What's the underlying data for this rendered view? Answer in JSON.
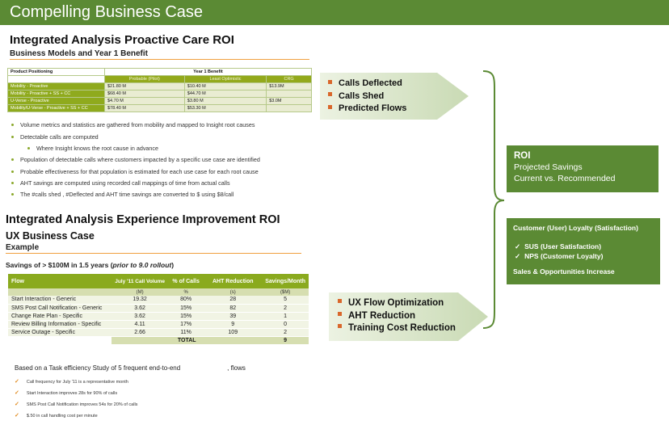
{
  "title": "Compelling Business Case",
  "proactive": {
    "heading": "Integrated Analysis Proactive Care ROI",
    "subheading": "Business Models and Year 1 Benefit",
    "table": {
      "col_positioning": "Product Positioning",
      "col_benefit": "Year 1 Benefit",
      "subcols": [
        "Probable (Pilot)",
        "Least Optimistic",
        "CRG"
      ],
      "rows": [
        {
          "label": "Mobility - Proactive",
          "v": [
            "$21.80 M",
            "$10.40 M",
            "$13.9M"
          ]
        },
        {
          "label": "Mobility - Proactive + SS + CC",
          "v": [
            "$68.40 M",
            "$44.70 M",
            ""
          ]
        },
        {
          "label": "U-Verse - Proactive",
          "v": [
            "$4.70 M",
            "$3.80 M",
            "$3.0M"
          ]
        },
        {
          "label": "Mobility/U-Verse - Proactive + SS + CC",
          "v": [
            "$78.40 M",
            "$53.30 M",
            ""
          ]
        }
      ]
    },
    "bullets": [
      "Volume metrics and statistics are gathered from mobility and mapped to Insight root causes",
      "Detectable calls are computed",
      "Where Insight knows the root cause in advance",
      "Population of detectable calls where customers impacted by a specific use case are identified",
      "Probable effectiveness for that population is estimated for each use case for each root cause",
      "AHT savings are computed using recorded call mappings of time from actual calls",
      "The #calls shed , #Deflected and AHT time savings are converted to $ using $8/call"
    ]
  },
  "experience": {
    "heading": "Integrated Analysis Experience Improvement ROI",
    "ux_title": "UX Business Case",
    "ux_example": "Example",
    "savings_prefix": "Savings of > $100M in 1.5 years (",
    "savings_italic": "prior to 9.0 rollout",
    "savings_suffix": ")",
    "table": {
      "headers": [
        "Flow",
        "July '11 Call Volume",
        "% of Calls",
        "AHT Reduction",
        "Savings/Month"
      ],
      "units": [
        "",
        "(M)",
        "%",
        "(s)",
        "($M)"
      ],
      "rows": [
        [
          "Start Interaction - Generic",
          "19.32",
          "80%",
          "28",
          "5"
        ],
        [
          "SMS Post Call Notification - Generic",
          "3.62",
          "15%",
          "82",
          "2"
        ],
        [
          "Change Rate Plan - Specific",
          "3.62",
          "15%",
          "39",
          "1"
        ],
        [
          "Review Billing Information - Specific",
          "4.11",
          "17%",
          "9",
          "0"
        ],
        [
          "Service Outage - Specific",
          "2.66",
          "11%",
          "109",
          "2"
        ]
      ],
      "total_label": "TOTAL",
      "total_value": "9"
    },
    "based_on": "Based on a Task efficiency Study of 5 frequent end-to-end",
    "based_on_tail": ", flows",
    "checks": [
      "Call frequency for July '11 is a representative month",
      "Start Interaction improves 28s for 90% of calls",
      "SMS Post Call Notification improves 54s for 20% of calls",
      "$.50 in call handling cost per minute"
    ]
  },
  "arrow_top": [
    "Calls Deflected",
    "Calls Shed",
    "Predicted Flows"
  ],
  "arrow_bottom": [
    "UX Flow Optimization",
    "AHT Reduction",
    "Training Cost Reduction"
  ],
  "roi_box": {
    "title": "ROI",
    "line1": "Projected Savings",
    "line2": "Current vs. Recommended"
  },
  "loyalty_box": {
    "title": "Customer (User) Loyalty (Satisfaction)",
    "items": [
      "SUS (User Satisfaction)",
      "NPS (Customer Loyalty)"
    ],
    "footer": "Sales & Opportunities Increase"
  },
  "colors": {
    "brand_green": "#5b8a34",
    "olive": "#8aaa1e",
    "accent_orange": "#e08a1e"
  }
}
